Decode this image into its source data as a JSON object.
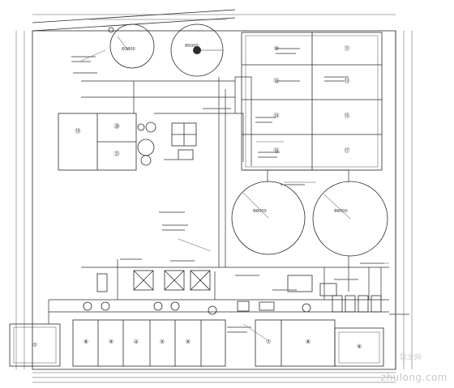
{
  "colors": {
    "line": "#2b2b2b",
    "dim": "#444444",
    "label": "#333333",
    "watermark": "#c9c9c9"
  },
  "watermark": {
    "url": "zhulong.com",
    "logo_text": "筑龙网",
    "icon": "flower-logo-icon"
  },
  "tank_numbers": {
    "bottom_row": [
      "⑦",
      "⑧",
      "⑨",
      "④",
      "⑤",
      "⑥",
      "⑦",
      "⑧",
      "⑨"
    ],
    "top_right_grid": [
      "⑩",
      "⑪",
      "⑫",
      "⑬",
      "⑭",
      "⑮",
      "⑯",
      "⑰"
    ],
    "left_block": [
      "⑲",
      "⑳",
      "㉑"
    ]
  },
  "clarifiers": [
    {
      "label": "Φ3800"
    },
    {
      "label": "Φ5000"
    },
    {
      "label": "Φ8000"
    },
    {
      "label": "Φ8000"
    }
  ]
}
